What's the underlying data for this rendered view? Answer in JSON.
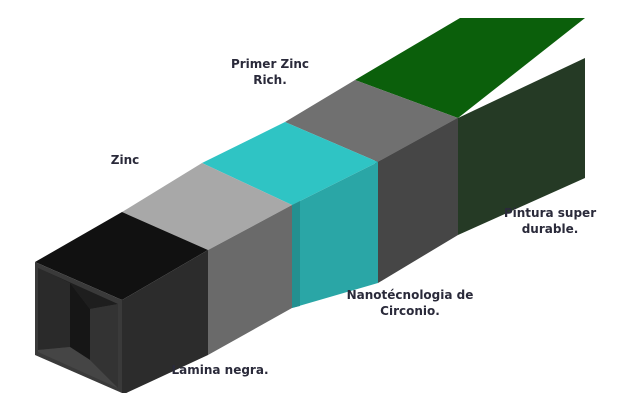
{
  "layers": [
    {
      "key": "lamina",
      "lines": [
        "Lamina negra."
      ]
    },
    {
      "key": "zinc",
      "lines": [
        "Zinc"
      ]
    },
    {
      "key": "nano",
      "lines": [
        "Nanotécnologia de",
        "Circonio."
      ]
    },
    {
      "key": "primer",
      "lines": [
        "Primer Zinc",
        "Rich."
      ]
    },
    {
      "key": "pintura",
      "lines": [
        "Pintura super",
        "durable."
      ]
    }
  ],
  "colors": {
    "black_tube": "#111111",
    "gray_light": "#a8a8a8",
    "gray_mid": "#6a6a6a",
    "gray_dark": "#4f4f4f",
    "cyan": "#2fc4c4",
    "green_top": "#0b5f0b",
    "green_front": "#253a25"
  }
}
